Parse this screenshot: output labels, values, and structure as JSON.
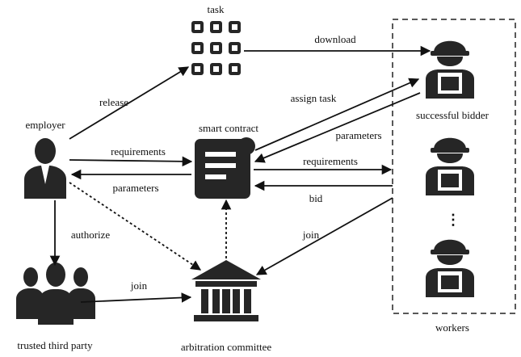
{
  "nodes": {
    "task": "task",
    "employer": "employer",
    "smart_contract": "smart contract",
    "successful_bidder": "successful bidder",
    "trusted_third_party": "trusted third party",
    "arbitration_committee": "arbitration committee",
    "workers": "workers"
  },
  "edges": {
    "download": "download",
    "release": "release",
    "assign_task": "assign task",
    "parameters_bidder": "parameters",
    "requirements_employer": "requirements",
    "requirements_workers": "requirements",
    "parameters_employer": "parameters",
    "bid": "bid",
    "authorize": "authorize",
    "join_workers": "join",
    "join_ttp": "join"
  },
  "ellipsis": "⋮",
  "icons": [
    "task-grid-icon",
    "employer-icon",
    "smart-contract-icon",
    "worker-icon",
    "trusted-third-party-icon",
    "arbitration-committee-icon"
  ],
  "colors": {
    "ink": "#1a1a1a",
    "icon": "#262626"
  }
}
